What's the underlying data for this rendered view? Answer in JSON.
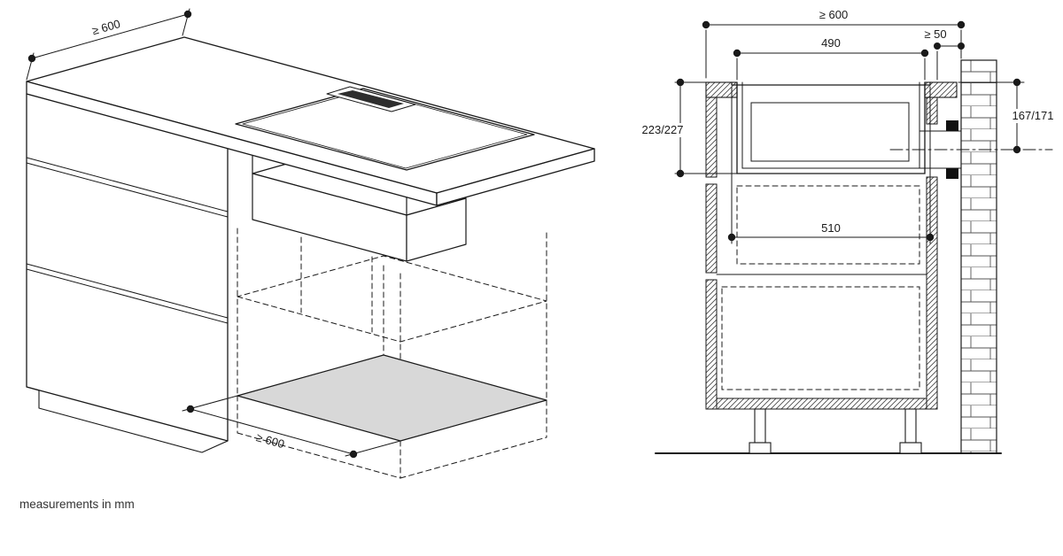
{
  "footnote": "measurements in mm",
  "left_view": {
    "dim_worktop_depth": "≥ 600",
    "dim_niche_width": "≥ 600"
  },
  "right_view": {
    "dim_total_depth": "≥ 600",
    "dim_wall_clearance": "≥ 50",
    "dim_cutout_width": "490",
    "dim_appliance_depth": "223/227",
    "dim_outlet_height": "167/171",
    "dim_appliance_width": "510"
  },
  "colors": {
    "line": "#1a1a1a",
    "shelf_fill": "#d8d8d8",
    "vent_fill": "#2e2e2e"
  }
}
